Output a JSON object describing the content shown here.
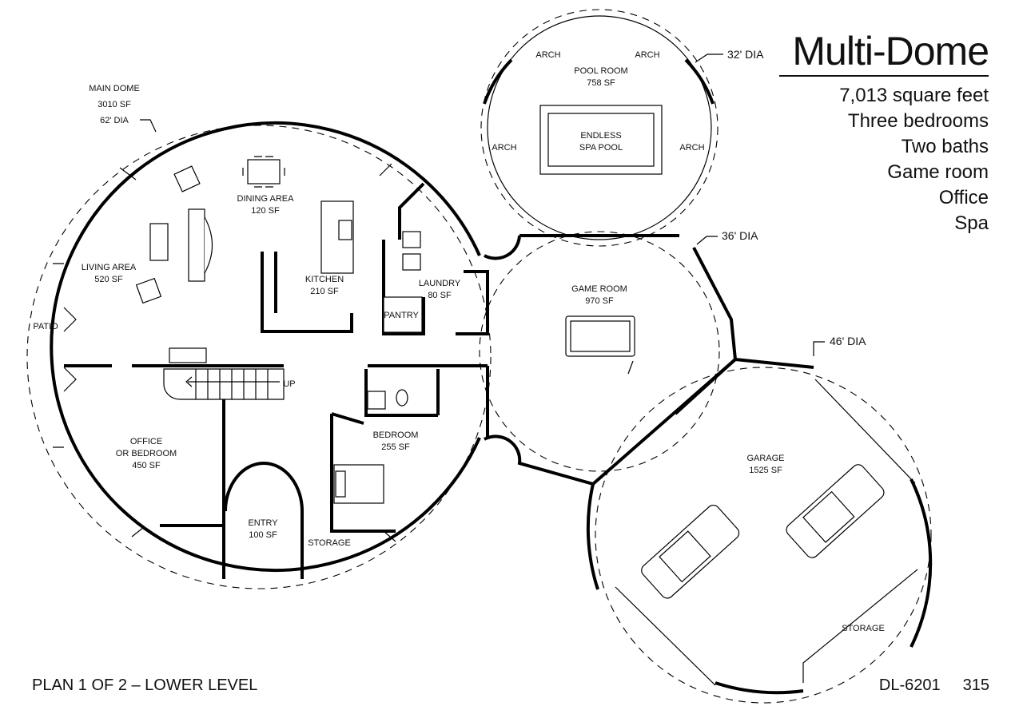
{
  "header": {
    "title": "Multi-Dome",
    "features": [
      "7,013 square feet",
      "Three bedrooms",
      "Two baths",
      "Game room",
      "Office",
      "Spa"
    ]
  },
  "footer": {
    "plan_label": "PLAN 1 OF 2 – LOWER LEVEL",
    "plan_code": "DL-6201",
    "page_number": "315"
  },
  "domes": {
    "main": {
      "name": "MAIN DOME",
      "area": "3010 SF",
      "diameter": "62' DIA"
    },
    "pool": {
      "diameter": "32' DIA"
    },
    "game": {
      "diameter": "36' DIA"
    },
    "garage": {
      "diameter": "46' DIA"
    }
  },
  "rooms": {
    "living": {
      "name": "LIVING AREA",
      "area": "520 SF"
    },
    "dining": {
      "name": "DINING AREA",
      "area": "120 SF"
    },
    "kitchen": {
      "name": "KITCHEN",
      "area": "210 SF"
    },
    "laundry": {
      "name": "LAUNDRY",
      "area": "80 SF"
    },
    "pantry": {
      "name": "PANTRY"
    },
    "patio": {
      "name": "PATIO"
    },
    "office_line1": "OFFICE",
    "office_line2": "OR BEDROOM",
    "office_area": "450 SF",
    "entry": {
      "name": "ENTRY",
      "area": "100 SF"
    },
    "storage_main": {
      "name": "STORAGE"
    },
    "bedroom": {
      "name": "BEDROOM",
      "area": "255 SF"
    },
    "stair": {
      "name": "UP"
    },
    "pool_room": {
      "name": "POOL ROOM",
      "area": "758 SF"
    },
    "spa_line1": "ENDLESS",
    "spa_line2": "SPA POOL",
    "arch": "ARCH",
    "game_room": {
      "name": "GAME ROOM",
      "area": "970 SF"
    },
    "garage": {
      "name": "GARAGE",
      "area": "1525 SF"
    },
    "storage_garage": {
      "name": "STORAGE"
    }
  }
}
